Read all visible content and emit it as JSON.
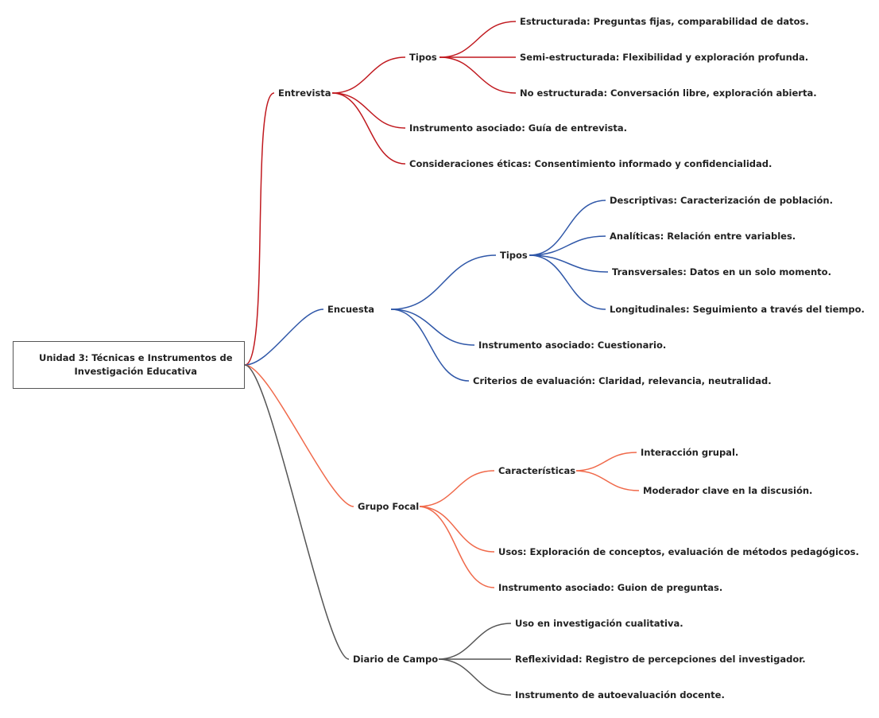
{
  "root": {
    "label": "Unidad 3: Técnicas e Instrumentos de\nInvestigación Educativa"
  },
  "colors": {
    "entrevista": "#c0191f",
    "encuesta": "#2f57a8",
    "grupo_focal": "#f0694a",
    "diario": "#555555"
  },
  "entrevista": {
    "label": "Entrevista",
    "tipos": {
      "label": "Tipos",
      "items": [
        "Estructurada: Preguntas fijas, comparabilidad de datos.",
        "Semi-estructurada: Flexibilidad y exploración profunda.",
        "No estructurada: Conversación libre, exploración abierta."
      ]
    },
    "instrumento": "Instrumento asociado: Guía de entrevista.",
    "consideraciones": "Consideraciones éticas: Consentimiento informado y confidencialidad."
  },
  "encuesta": {
    "label": "Encuesta",
    "tipos": {
      "label": "Tipos",
      "items": [
        "Descriptivas: Caracterización de población.",
        "Analíticas: Relación entre variables.",
        "Transversales: Datos en un solo momento.",
        "Longitudinales: Seguimiento a través del tiempo."
      ]
    },
    "instrumento": "Instrumento asociado: Cuestionario.",
    "criterios": "Criterios de evaluación: Claridad, relevancia, neutralidad."
  },
  "grupo_focal": {
    "label": "Grupo Focal",
    "caracteristicas": {
      "label": "Características",
      "items": [
        "Interacción grupal.",
        "Moderador clave en la discusión."
      ]
    },
    "usos": "Usos: Exploración de conceptos, evaluación de métodos pedagógicos.",
    "instrumento": "Instrumento asociado: Guion de preguntas."
  },
  "diario": {
    "label": "Diario de Campo",
    "items": [
      "Uso en investigación cualitativa.",
      "Reflexividad: Registro de percepciones del investigador.",
      "Instrumento de autoevaluación docente."
    ]
  }
}
